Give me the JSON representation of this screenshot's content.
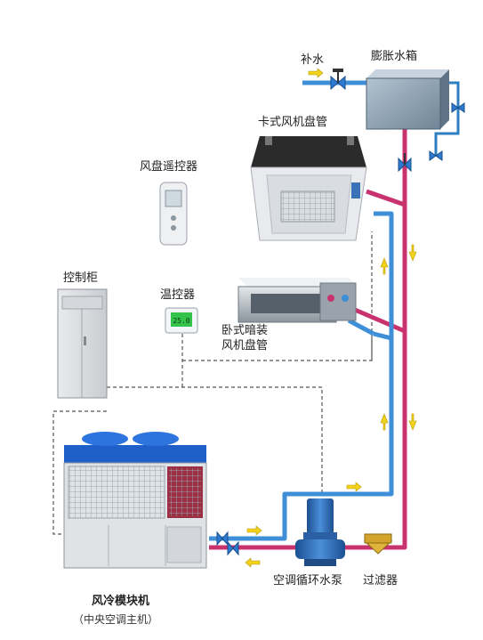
{
  "labels": {
    "makeup_water": "补水",
    "expansion_tank": "膨胀水箱",
    "cassette_fcu": "卡式风机盘管",
    "fcu_remote": "风盘遥控器",
    "control_cabinet": "控制柜",
    "thermostat": "温控器",
    "ducted_fcu_line1": "卧式暗装",
    "ducted_fcu_line2": "风机盘管",
    "chiller_title": "风冷模块机",
    "chiller_subtitle": "（中央空调主机）",
    "pump": "空调循环水泵",
    "filter": "过滤器"
  },
  "colors": {
    "supply_pipe": "#3f8fd8",
    "return_pipe": "#c8336f",
    "flow_arrow": "#f2d21a",
    "chiller_body": "#dfe3e6",
    "chiller_top": "#1f5fc9",
    "pump_body": "#2f6fb8",
    "tank": "#8fa4b6"
  },
  "thermostat_display": "25.0"
}
